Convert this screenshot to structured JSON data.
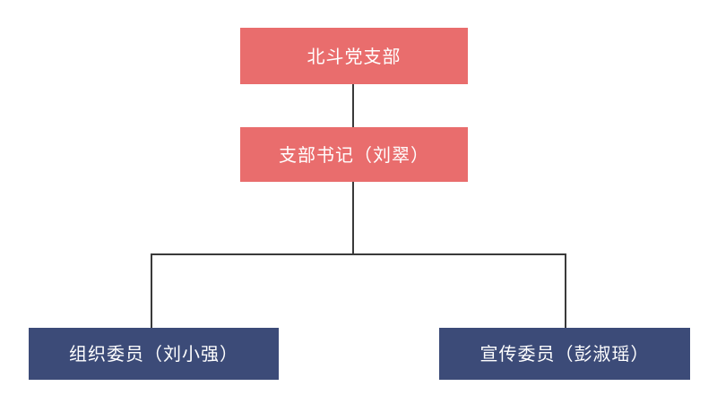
{
  "diagram": {
    "type": "org-chart",
    "background": "#ffffff",
    "colors": {
      "level_1_2_fill": "#e96d6d",
      "level_3_fill": "#3c4b78",
      "text": "#ffffff",
      "connector": "#3a3a3a"
    },
    "nodes": {
      "root": {
        "label": "北斗党支部",
        "level": 1,
        "fill": "#e96d6d"
      },
      "secretary": {
        "label": "支部书记（刘翠）",
        "level": 2,
        "fill": "#e96d6d"
      },
      "org": {
        "label": "组织委员（刘小强）",
        "level": 3,
        "fill": "#3c4b78"
      },
      "publicity": {
        "label": "宣传委员（彭淑瑶）",
        "level": 3,
        "fill": "#3c4b78"
      }
    },
    "edges": [
      {
        "from": "root",
        "to": "secretary"
      },
      {
        "from": "secretary",
        "to": "org"
      },
      {
        "from": "secretary",
        "to": "publicity"
      }
    ]
  }
}
